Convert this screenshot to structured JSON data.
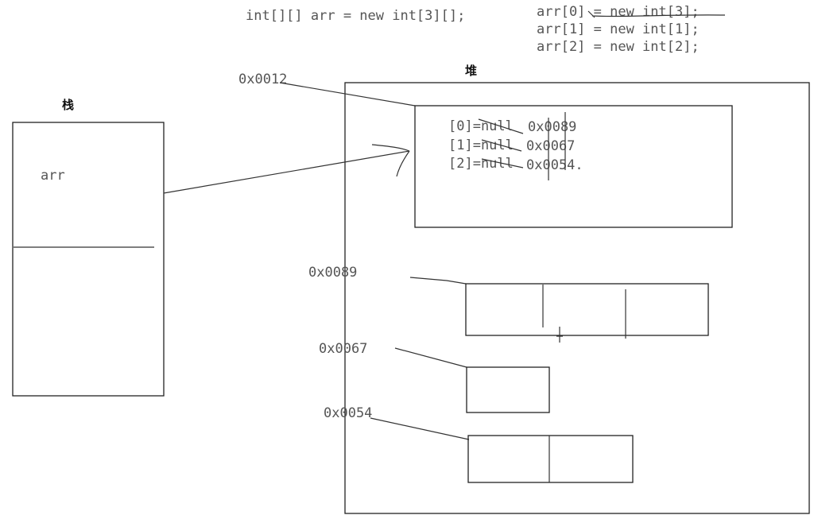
{
  "code": {
    "declaration": "int[][] arr = new int[3][];",
    "lines": [
      "arr[0] = new int[3];",
      "arr[1] = new int[1];",
      "arr[2] = new int[2];"
    ]
  },
  "stack": {
    "title": "栈",
    "variable": "arr"
  },
  "heap": {
    "title": "堆",
    "outer_array": {
      "address": "0x0012",
      "entries": [
        {
          "index": "[0]=null",
          "ref": "0x0089"
        },
        {
          "index": "[1]=null",
          "ref": "0x0067"
        },
        {
          "index": "[2]=null",
          "ref": "0x0054."
        }
      ]
    },
    "inner_arrays": [
      {
        "address": "0x0089",
        "cells": 3
      },
      {
        "address": "0x0067",
        "cells": 1
      },
      {
        "address": "0x0054",
        "cells": 2
      }
    ]
  },
  "colors": {
    "text": "#555555",
    "lines": "#222222",
    "background": "#ffffff"
  }
}
